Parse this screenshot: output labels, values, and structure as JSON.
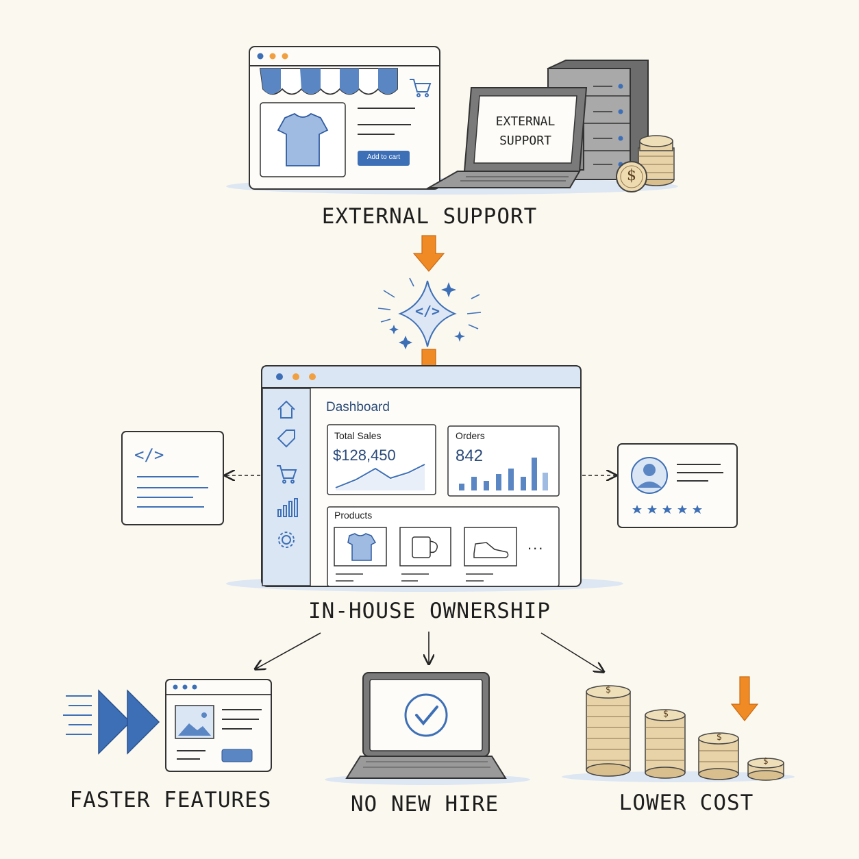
{
  "captions": {
    "external_support": "EXTERNAL SUPPORT",
    "in_house": "IN-HOUSE OWNERSHIP",
    "faster": "FASTER FEATURES",
    "no_hire": "NO NEW HIRE",
    "lower_cost": "LOWER COST"
  },
  "shop": {
    "add_to_cart": "Add to cart"
  },
  "laptop_screen": {
    "line1": "EXTERNAL",
    "line2": "SUPPORT"
  },
  "dashboard": {
    "title": "Dashboard",
    "total_sales_label": "Total Sales",
    "total_sales_value": "$128,450",
    "orders_label": "Orders",
    "orders_value": "842",
    "products_label": "Products",
    "more": "..."
  },
  "code_tag": "</>",
  "dollar": "$",
  "colors": {
    "accent_blue": "#3d6fb6",
    "arrow_orange": "#f08a24",
    "light_blue": "#dbe6f5",
    "coin": "#e8d3a8"
  }
}
